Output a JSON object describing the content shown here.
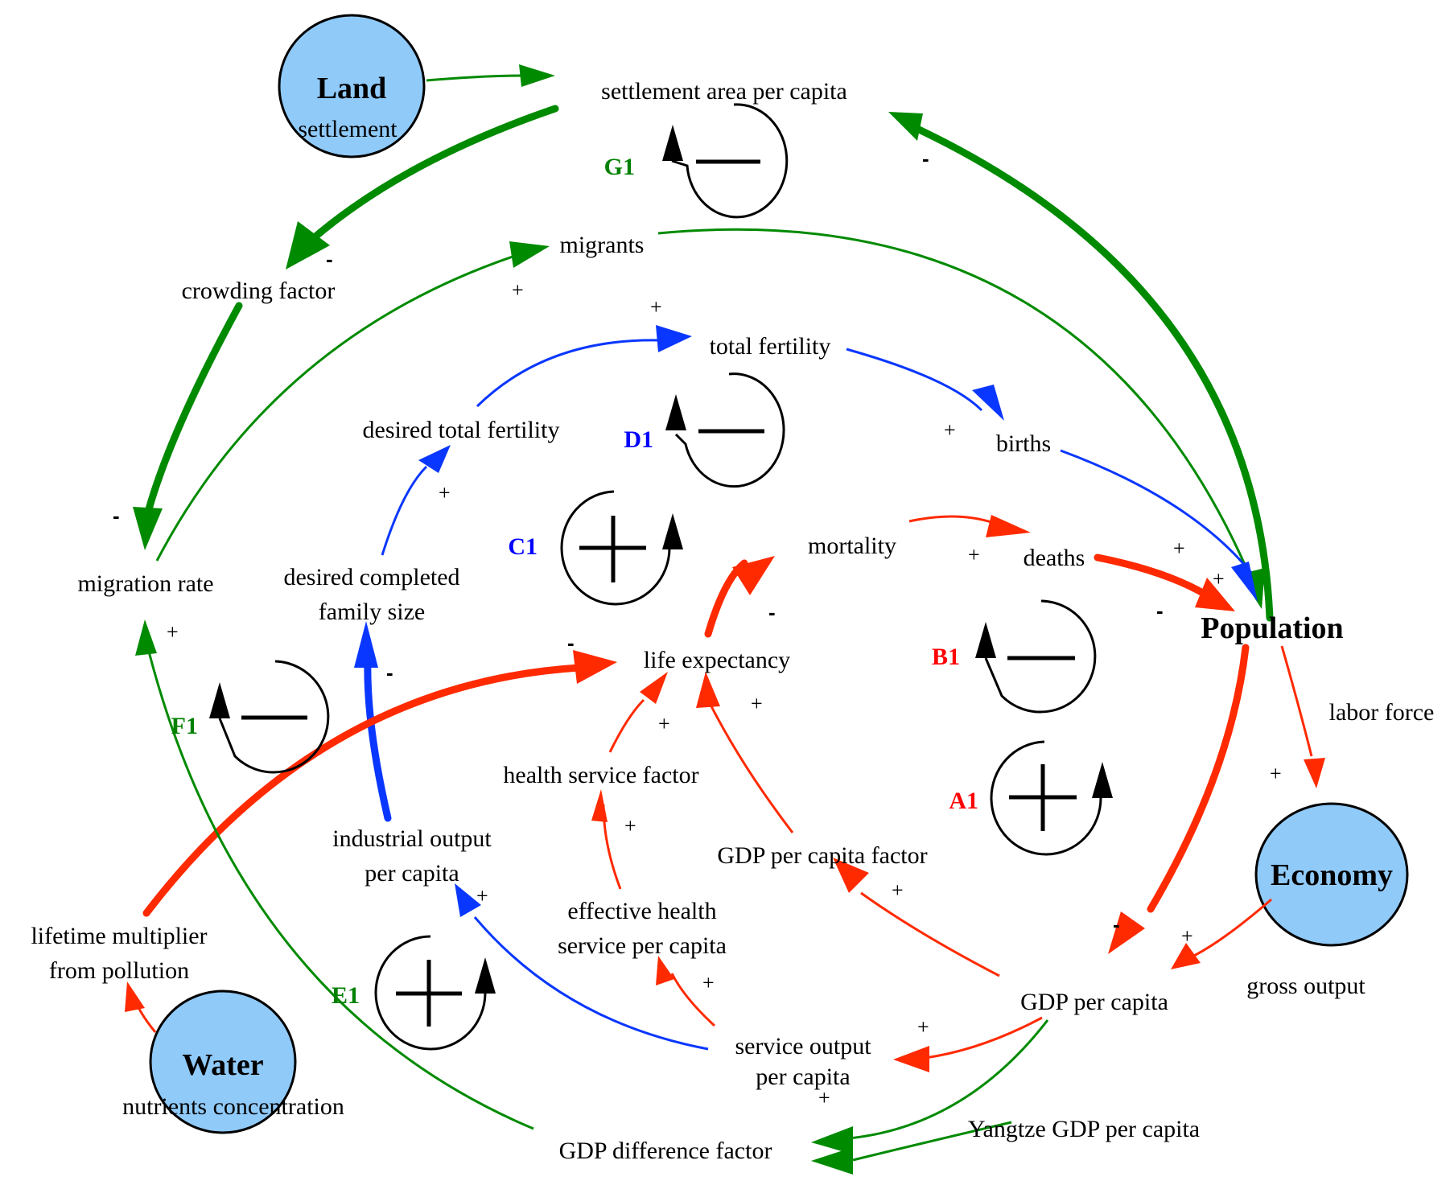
{
  "title": "Causal loop diagram: population, land, water and economy",
  "colors": {
    "green": "#008a00",
    "blue": "#0a37ff",
    "red": "#ff2a00",
    "black": "#000000",
    "sector_fill": "#90caf9",
    "loop_red": "#ff0000",
    "loop_blue": "#0000ff",
    "loop_green": "#008000"
  },
  "sectors": [
    {
      "id": "land",
      "title": "Land",
      "subtitle": "settlement"
    },
    {
      "id": "economy",
      "title": "Economy",
      "subtitle": ""
    },
    {
      "id": "water",
      "title": "Water",
      "subtitle": "nutrients concentration"
    }
  ],
  "variables": [
    {
      "id": "settlement_area",
      "lines": [
        "settlement area per capita"
      ]
    },
    {
      "id": "crowding_factor",
      "lines": [
        "crowding factor"
      ]
    },
    {
      "id": "migrants",
      "lines": [
        "migrants"
      ]
    },
    {
      "id": "total_fertility",
      "lines": [
        "total fertility"
      ]
    },
    {
      "id": "desired_total_fertility",
      "lines": [
        "desired total fertility"
      ]
    },
    {
      "id": "births",
      "lines": [
        "births"
      ]
    },
    {
      "id": "migration_rate",
      "lines": [
        "migration rate"
      ]
    },
    {
      "id": "desired_family_size",
      "lines": [
        "desired completed",
        "family size"
      ]
    },
    {
      "id": "mortality",
      "lines": [
        "mortality"
      ]
    },
    {
      "id": "deaths",
      "lines": [
        "deaths"
      ]
    },
    {
      "id": "population",
      "lines": [
        "Population"
      ],
      "bold": true
    },
    {
      "id": "life_expectancy",
      "lines": [
        "life expectancy"
      ]
    },
    {
      "id": "labor_force",
      "lines": [
        "labor force"
      ]
    },
    {
      "id": "health_service_factor",
      "lines": [
        "health service factor"
      ]
    },
    {
      "id": "industrial_output",
      "lines": [
        "industrial output",
        "per capita"
      ]
    },
    {
      "id": "gdp_pc_factor",
      "lines": [
        "GDP per capita factor"
      ]
    },
    {
      "id": "effective_health",
      "lines": [
        "effective health",
        "service per capita"
      ]
    },
    {
      "id": "lifetime_multiplier",
      "lines": [
        "lifetime multiplier",
        "from pollution"
      ]
    },
    {
      "id": "gross_output",
      "lines": [
        "gross output"
      ]
    },
    {
      "id": "gdp_per_capita",
      "lines": [
        "GDP per capita"
      ]
    },
    {
      "id": "service_output",
      "lines": [
        "service output",
        "per capita"
      ]
    },
    {
      "id": "yangtze_gdp",
      "lines": [
        "Yangtze GDP per capita"
      ]
    },
    {
      "id": "gdp_difference",
      "lines": [
        "GDP difference factor"
      ]
    }
  ],
  "links": [
    {
      "from": "Land",
      "to": "settlement area per capita",
      "color": "green",
      "weight": "thin",
      "polarity": ""
    },
    {
      "from": "settlement area per capita",
      "to": "crowding factor",
      "color": "green",
      "weight": "thick",
      "polarity": "-"
    },
    {
      "from": "Population",
      "to": "settlement area per capita",
      "color": "green",
      "weight": "thick",
      "polarity": "-"
    },
    {
      "from": "crowding factor",
      "to": "migration rate",
      "color": "green",
      "weight": "thick",
      "polarity": "-"
    },
    {
      "from": "migration rate",
      "to": "migrants",
      "color": "green",
      "weight": "thin",
      "polarity": "+"
    },
    {
      "from": "migrants",
      "to": "Population",
      "color": "green",
      "weight": "thin",
      "polarity": "+"
    },
    {
      "from": "desired total fertility",
      "to": "total fertility",
      "color": "blue",
      "weight": "thin",
      "polarity": "+"
    },
    {
      "from": "total fertility",
      "to": "births",
      "color": "blue",
      "weight": "thin",
      "polarity": "+"
    },
    {
      "from": "births",
      "to": "Population",
      "color": "blue",
      "weight": "thin",
      "polarity": "+"
    },
    {
      "from": "desired completed family size",
      "to": "desired total fertility",
      "color": "blue",
      "weight": "thin",
      "polarity": "+"
    },
    {
      "from": "industrial output per capita",
      "to": "desired completed family size",
      "color": "blue",
      "weight": "thick",
      "polarity": "-"
    },
    {
      "from": "service output per capita",
      "to": "industrial output per capita",
      "color": "blue",
      "weight": "thin",
      "polarity": "+"
    },
    {
      "from": "mortality",
      "to": "deaths",
      "color": "red",
      "weight": "thin",
      "polarity": "+"
    },
    {
      "from": "deaths",
      "to": "Population",
      "color": "red",
      "weight": "thick",
      "polarity": "-"
    },
    {
      "from": "life expectancy",
      "to": "mortality",
      "color": "red",
      "weight": "thick",
      "polarity": "-"
    },
    {
      "from": "lifetime multiplier from pollution",
      "to": "life expectancy",
      "color": "red",
      "weight": "thick",
      "polarity": "-"
    },
    {
      "from": "health service factor",
      "to": "life expectancy",
      "color": "red",
      "weight": "thin",
      "polarity": "+"
    },
    {
      "from": "GDP per capita factor",
      "to": "life expectancy",
      "color": "red",
      "weight": "thin",
      "polarity": "+"
    },
    {
      "from": "effective health service per capita",
      "to": "health service factor",
      "color": "red",
      "weight": "thin",
      "polarity": "+"
    },
    {
      "from": "service output per capita",
      "to": "effective health service per capita",
      "color": "red",
      "weight": "thin",
      "polarity": "+"
    },
    {
      "from": "GDP per capita",
      "to": "GDP per capita factor",
      "color": "red",
      "weight": "thin",
      "polarity": "+"
    },
    {
      "from": "Population",
      "to": "GDP per capita",
      "color": "red",
      "weight": "thick",
      "polarity": "-"
    },
    {
      "from": "Population",
      "to": "Economy",
      "color": "red",
      "weight": "thin",
      "polarity": "+",
      "label": "labor force"
    },
    {
      "from": "Economy",
      "to": "GDP per capita",
      "color": "red",
      "weight": "thin",
      "polarity": "+",
      "label": "gross output"
    },
    {
      "from": "GDP per capita",
      "to": "service output per capita",
      "color": "red",
      "weight": "thin",
      "polarity": "+"
    },
    {
      "from": "Water",
      "to": "lifetime multiplier from pollution",
      "color": "red",
      "weight": "thin",
      "polarity": ""
    },
    {
      "from": "GDP per capita",
      "to": "GDP difference factor",
      "color": "green",
      "weight": "thin",
      "polarity": "+"
    },
    {
      "from": "Yangtze GDP per capita",
      "to": "GDP difference factor",
      "color": "green",
      "weight": "thin",
      "polarity": ""
    },
    {
      "from": "GDP difference factor",
      "to": "migration rate",
      "color": "green",
      "weight": "thin",
      "polarity": "+"
    }
  ],
  "loops": [
    {
      "id": "G1",
      "type": "balancing",
      "symbol": "−",
      "color": "loop_green"
    },
    {
      "id": "D1",
      "type": "balancing",
      "symbol": "−",
      "color": "loop_blue"
    },
    {
      "id": "C1",
      "type": "reinforcing",
      "symbol": "+",
      "color": "loop_blue"
    },
    {
      "id": "B1",
      "type": "balancing",
      "symbol": "−",
      "color": "loop_red"
    },
    {
      "id": "A1",
      "type": "reinforcing",
      "symbol": "+",
      "color": "loop_red"
    },
    {
      "id": "F1",
      "type": "balancing",
      "symbol": "−",
      "color": "loop_green"
    },
    {
      "id": "E1",
      "type": "reinforcing",
      "symbol": "+",
      "color": "loop_green"
    }
  ],
  "polarity_marks": {
    "plus": "+",
    "minus": "-"
  }
}
